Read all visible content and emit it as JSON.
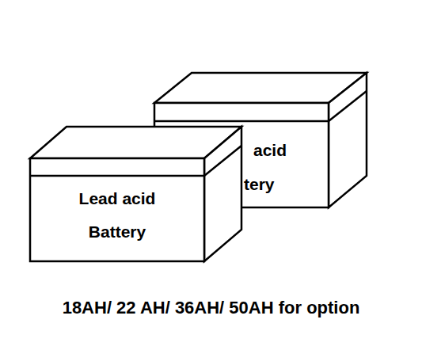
{
  "diagram": {
    "nodes": [
      {
        "text": [
          "acid",
          "tery"
        ]
      },
      {
        "text": [
          "Lead acid Battery"
        ]
      }
    ],
    "labels": [
      "18AH/ 22 AH/ 36AH/ 50AH for option"
    ]
  }
}
